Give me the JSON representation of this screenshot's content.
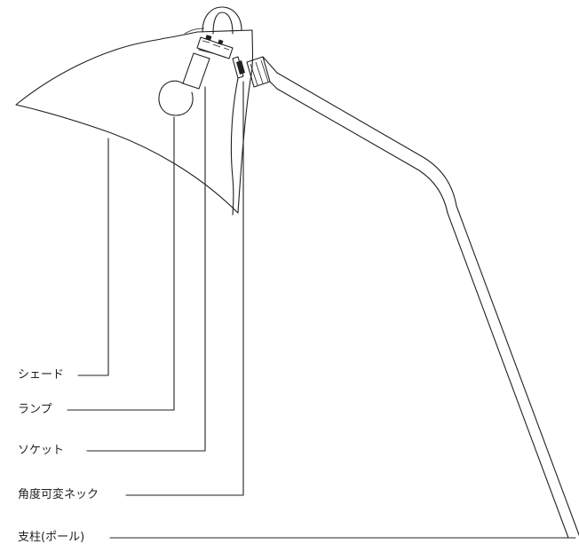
{
  "figure": {
    "labels": [
      {
        "id": "shade",
        "text": "シェード"
      },
      {
        "id": "lamp",
        "text": "ランプ"
      },
      {
        "id": "socket",
        "text": "ソケット"
      },
      {
        "id": "neck",
        "text": "角度可変ネック"
      },
      {
        "id": "pole",
        "text": "支柱(ポール)"
      }
    ],
    "colors": {
      "ink": "#231f20",
      "background": "#ffffff"
    }
  }
}
